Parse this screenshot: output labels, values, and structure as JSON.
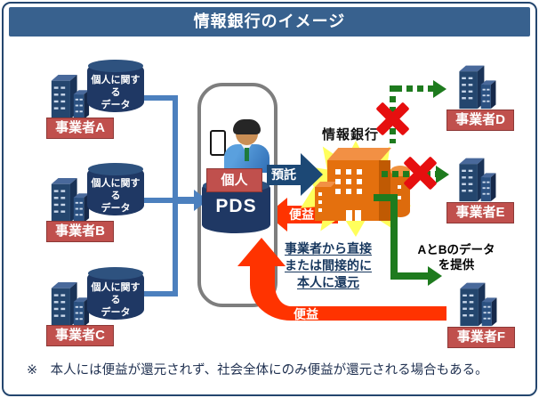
{
  "title": "情報銀行のイメージ",
  "left_entities": [
    {
      "label": "事業者A",
      "db_label": "個人に関する\nデータ"
    },
    {
      "label": "事業者B",
      "db_label": "個人に関する\nデータ"
    },
    {
      "label": "事業者C",
      "db_label": "個人に関する\nデータ"
    }
  ],
  "pds": {
    "person_label": "個人",
    "store_label": "PDS"
  },
  "bank": {
    "label": "情報銀行"
  },
  "flows": {
    "deposit_label": "預託",
    "benefit_label": "便益",
    "big_benefit_label": "便益",
    "provide_label": "AとBのデータ\nを提供",
    "return_note": "事業者から直接\nまたは間接的に\n本人に還元"
  },
  "right_entities": [
    {
      "label": "事業者D"
    },
    {
      "label": "事業者E"
    },
    {
      "label": "事業者F"
    }
  ],
  "footnote": "※　本人には便益が還元されず、社会全体にのみ便益が還元される場合もある。",
  "colors": {
    "title_bar": "#38618E",
    "frame": "#24466E",
    "entity_label_bg": "#C0504D",
    "building_navy": "#24466E",
    "db_navy": "#1F3864",
    "connector_blue": "#4C80BE",
    "deposit_blue": "#1C4875",
    "flow_red": "#FF3300",
    "flow_green": "#1E7B1E",
    "x_red": "#E60F0F",
    "bank_orange": "#E4700E",
    "highlight_yellow": "#FFFF5C"
  }
}
